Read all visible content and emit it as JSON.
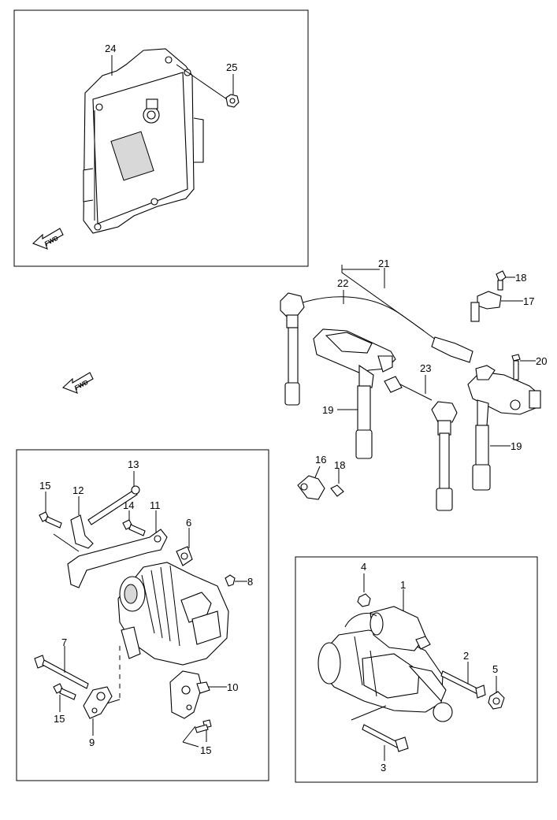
{
  "fwd_arrow_label": "FWD",
  "callouts": {
    "ecm": {
      "c24": "24",
      "c25": "25"
    },
    "ignition": {
      "c21": "21",
      "c22": "22",
      "c23": "23",
      "c19a": "19",
      "c19b": "19",
      "c20": "20",
      "c18a": "18",
      "c17": "17",
      "c16": "16",
      "c18b": "18"
    },
    "alternator": {
      "c13": "13",
      "c15a": "15",
      "c12": "12",
      "c14": "14",
      "c11": "11",
      "c6": "6",
      "c8": "8",
      "c7": "7",
      "c15b": "15",
      "c9": "9",
      "c10": "10",
      "c15c": "15"
    },
    "starter": {
      "c4": "4",
      "c1": "1",
      "c2": "2",
      "c5": "5",
      "c3": "3"
    }
  },
  "icons": [
    "fwd-arrow-icon"
  ]
}
